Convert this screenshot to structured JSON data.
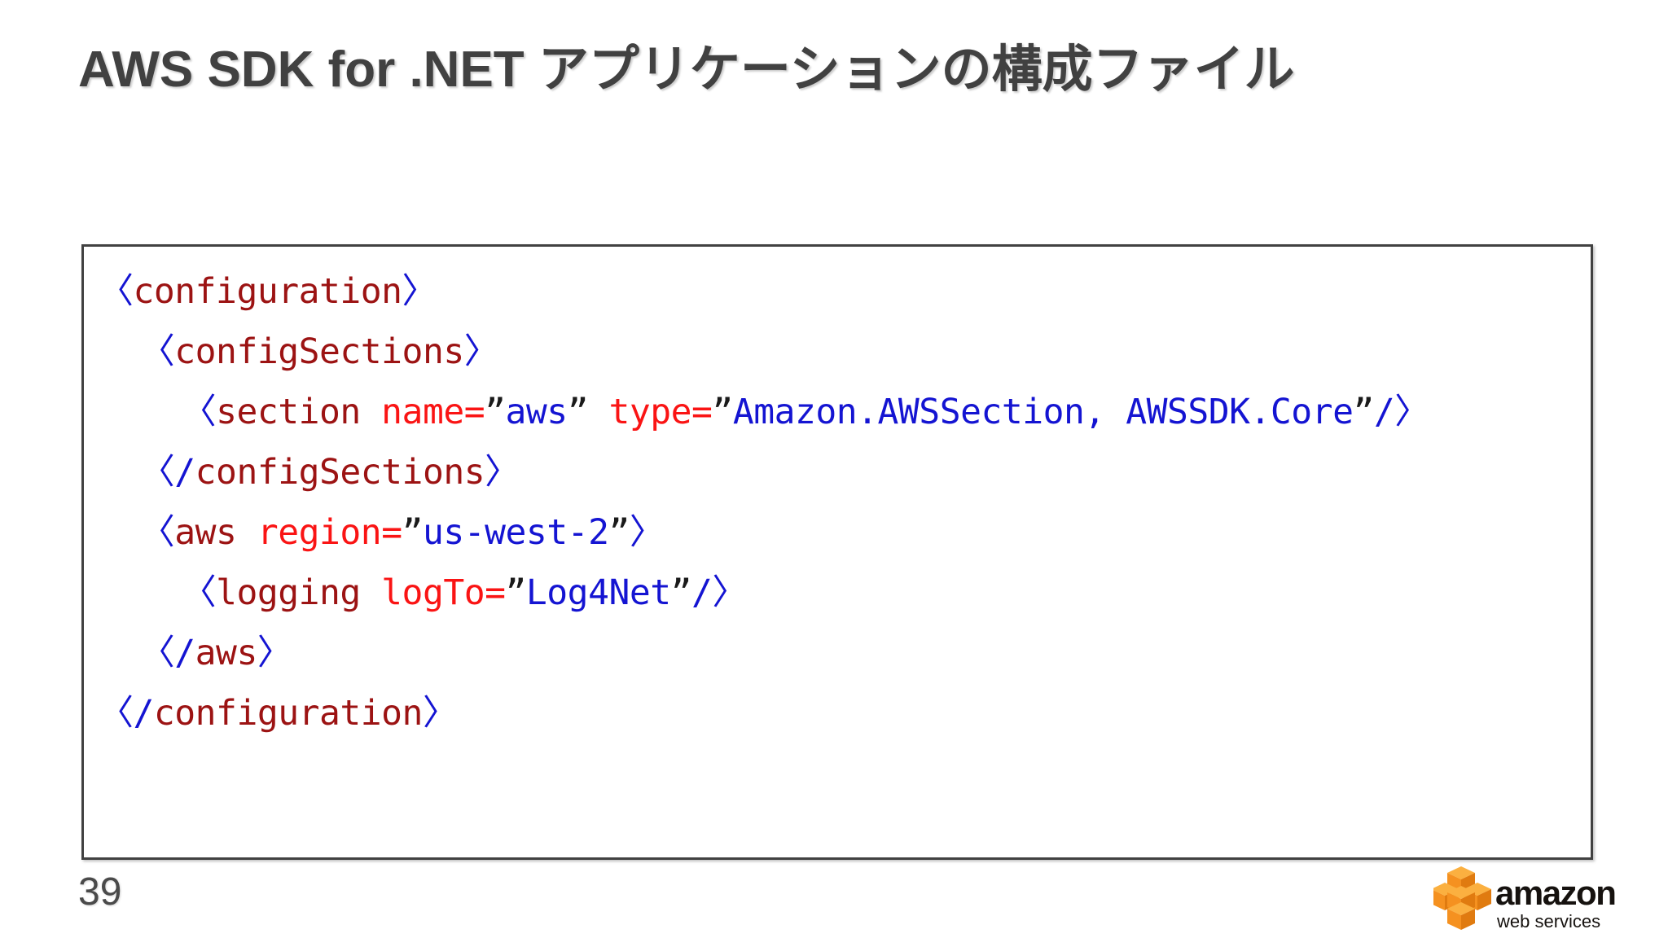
{
  "slide": {
    "title": "AWS SDK for .NET  アプリケーションの構成ファイル",
    "page_number": "39",
    "title_color": "#414141",
    "background_color": "#ffffff"
  },
  "code_box": {
    "border_color": "#414141",
    "background_color": "#ffffff",
    "language": "xml",
    "colors": {
      "bracket": "#1414d2",
      "tag_name": "#9c1313",
      "attribute_name": "#fa1414",
      "attribute_value": "#1414d2",
      "quote": "#1a1a1a"
    },
    "plain_text": "<configuration>\n  <configSections>\n    <section name=\"aws\" type=\"Amazon.AWSSection, AWSSDK.Core\"/>\n  </configSections>\n  <aws region=\"us-west-2\">\n    <logging logTo=\"Log4Net\"/>\n  </aws>\n</configuration>",
    "lines": [
      {
        "indent": "",
        "tokens": [
          {
            "type": "bracket",
            "text": "〈"
          },
          {
            "type": "tag",
            "text": "configuration"
          },
          {
            "type": "bracket",
            "text": "〉"
          }
        ]
      },
      {
        "indent": "  ",
        "tokens": [
          {
            "type": "bracket",
            "text": "〈"
          },
          {
            "type": "tag",
            "text": "configSections"
          },
          {
            "type": "bracket",
            "text": "〉"
          }
        ]
      },
      {
        "indent": "    ",
        "tokens": [
          {
            "type": "bracket",
            "text": "〈"
          },
          {
            "type": "tag",
            "text": "section"
          },
          {
            "type": "tag",
            "text": " "
          },
          {
            "type": "attr",
            "text": "name"
          },
          {
            "type": "eq",
            "text": "="
          },
          {
            "type": "quote",
            "text": "”"
          },
          {
            "type": "val",
            "text": "aws"
          },
          {
            "type": "quote",
            "text": "”"
          },
          {
            "type": "val",
            "text": " "
          },
          {
            "type": "attr",
            "text": "type"
          },
          {
            "type": "eq",
            "text": "="
          },
          {
            "type": "quote",
            "text": "”"
          },
          {
            "type": "val",
            "text": "Amazon.AWSSection, AWSSDK.Core"
          },
          {
            "type": "quote",
            "text": "”"
          },
          {
            "type": "bracket",
            "text": "/〉"
          }
        ]
      },
      {
        "indent": "  ",
        "tokens": [
          {
            "type": "bracket",
            "text": "〈/"
          },
          {
            "type": "tag",
            "text": "configSections"
          },
          {
            "type": "bracket",
            "text": "〉"
          }
        ]
      },
      {
        "indent": "  ",
        "tokens": [
          {
            "type": "bracket",
            "text": "〈"
          },
          {
            "type": "tag",
            "text": "aws"
          },
          {
            "type": "tag",
            "text": " "
          },
          {
            "type": "attr",
            "text": "region"
          },
          {
            "type": "eq",
            "text": "="
          },
          {
            "type": "quote",
            "text": "”"
          },
          {
            "type": "val",
            "text": "us-west-2"
          },
          {
            "type": "quote",
            "text": "”"
          },
          {
            "type": "bracket",
            "text": "〉"
          }
        ]
      },
      {
        "indent": "    ",
        "tokens": [
          {
            "type": "bracket",
            "text": "〈"
          },
          {
            "type": "tag",
            "text": "logging"
          },
          {
            "type": "tag",
            "text": " "
          },
          {
            "type": "attr",
            "text": "logTo"
          },
          {
            "type": "eq",
            "text": "="
          },
          {
            "type": "quote",
            "text": "”"
          },
          {
            "type": "val",
            "text": "Log4Net"
          },
          {
            "type": "quote",
            "text": "”"
          },
          {
            "type": "bracket",
            "text": "/〉"
          }
        ]
      },
      {
        "indent": "  ",
        "tokens": [
          {
            "type": "bracket",
            "text": "〈/"
          },
          {
            "type": "tag",
            "text": "aws"
          },
          {
            "type": "bracket",
            "text": "〉"
          }
        ]
      },
      {
        "indent": "",
        "tokens": [
          {
            "type": "bracket",
            "text": "〈/"
          },
          {
            "type": "tag",
            "text": "configuration"
          },
          {
            "type": "bracket",
            "text": "〉"
          }
        ]
      }
    ]
  },
  "logo": {
    "name": "amazon-web-services-logo",
    "wordmark": "amazon",
    "tagline": "web services",
    "cube_color": "#f59120",
    "cube_color_light": "#fbb040",
    "cube_color_dark": "#e07b10",
    "text_color": "#16120f"
  }
}
